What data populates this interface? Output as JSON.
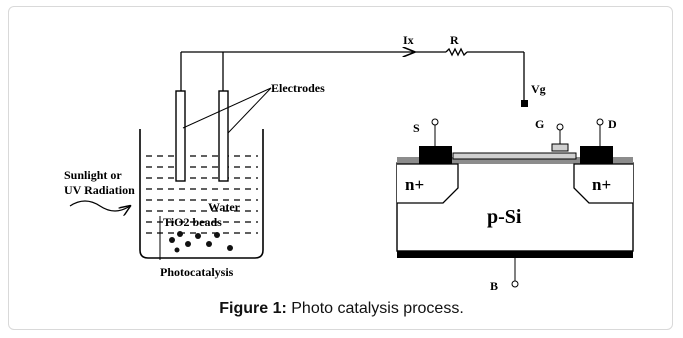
{
  "labels": {
    "electrodes": "Electrodes",
    "current": "Ix",
    "resistor": "R",
    "gate_voltage": "Vg",
    "sunlight_line1": "Sunlight  or",
    "sunlight_line2": "UV Radiation",
    "water": "Water",
    "tio2": "TiO2  beads",
    "photocatalysis": "Photocatalysis",
    "source": "S",
    "gate": "G",
    "drain": "D",
    "n_plus_left": "n+",
    "n_plus_right": "n+",
    "substrate": "p-Si",
    "body": "B"
  },
  "caption": {
    "prefix": "Figure 1:",
    "text": " Photo catalysis process."
  }
}
